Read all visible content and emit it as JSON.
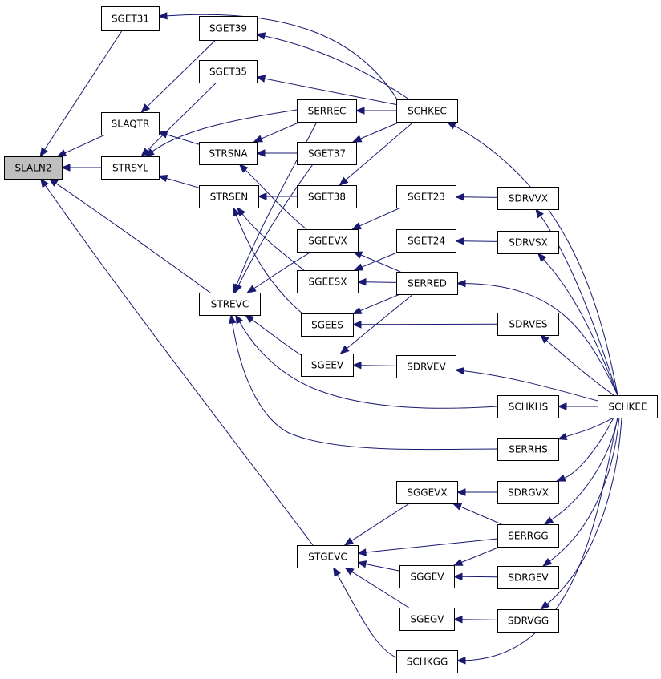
{
  "graph": {
    "root": "SLALN2",
    "nodes": [
      {
        "id": "SLALN2"
      },
      {
        "id": "SGET31"
      },
      {
        "id": "SLAQTR"
      },
      {
        "id": "STRSYL"
      },
      {
        "id": "STREVC"
      },
      {
        "id": "STGEVC"
      },
      {
        "id": "SGET39"
      },
      {
        "id": "SGET35"
      },
      {
        "id": "STRSNA"
      },
      {
        "id": "STRSEN"
      },
      {
        "id": "SERREC"
      },
      {
        "id": "SGET37"
      },
      {
        "id": "SGET38"
      },
      {
        "id": "SGEEVX"
      },
      {
        "id": "SGEESX"
      },
      {
        "id": "SGEES"
      },
      {
        "id": "SGEEV"
      },
      {
        "id": "SCHKEC"
      },
      {
        "id": "SGET23"
      },
      {
        "id": "SGET24"
      },
      {
        "id": "SERRED"
      },
      {
        "id": "SDRVEV"
      },
      {
        "id": "SDRVVX"
      },
      {
        "id": "SDRVSX"
      },
      {
        "id": "SDRVES"
      },
      {
        "id": "SCHKHS"
      },
      {
        "id": "SERRHS"
      },
      {
        "id": "SCHKEE"
      },
      {
        "id": "SGGEVX"
      },
      {
        "id": "SGGEV"
      },
      {
        "id": "SGEGV"
      },
      {
        "id": "SCHKGG"
      },
      {
        "id": "SDRGVX"
      },
      {
        "id": "SERRGG"
      },
      {
        "id": "SDRGEV"
      },
      {
        "id": "SDRVGG"
      }
    ],
    "edges": [
      {
        "from": "SGET31",
        "to": "SLALN2"
      },
      {
        "from": "SLAQTR",
        "to": "SLALN2"
      },
      {
        "from": "STRSYL",
        "to": "SLALN2"
      },
      {
        "from": "STREVC",
        "to": "SLALN2"
      },
      {
        "from": "STGEVC",
        "to": "SLALN2"
      },
      {
        "from": "SCHKEC",
        "to": "SGET31"
      },
      {
        "from": "SGET39",
        "to": "SLAQTR"
      },
      {
        "from": "STRSNA",
        "to": "SLAQTR"
      },
      {
        "from": "SGET35",
        "to": "STRSYL"
      },
      {
        "from": "SERREC",
        "to": "STRSYL"
      },
      {
        "from": "STRSEN",
        "to": "STRSYL"
      },
      {
        "from": "SERREC",
        "to": "STREVC"
      },
      {
        "from": "SGET37",
        "to": "STREVC"
      },
      {
        "from": "SGEEVX",
        "to": "STREVC"
      },
      {
        "from": "SGEEV",
        "to": "STREVC"
      },
      {
        "from": "SCHKHS",
        "to": "STREVC"
      },
      {
        "from": "SERRHS",
        "to": "STREVC"
      },
      {
        "from": "SCHKEC",
        "to": "SGET39"
      },
      {
        "from": "SCHKEC",
        "to": "SGET35"
      },
      {
        "from": "SERREC",
        "to": "STRSNA"
      },
      {
        "from": "SGET37",
        "to": "STRSNA"
      },
      {
        "from": "SGEEVX",
        "to": "STRSNA"
      },
      {
        "from": "SGET38",
        "to": "STRSEN"
      },
      {
        "from": "SGEESX",
        "to": "STRSEN"
      },
      {
        "from": "SGEES",
        "to": "STRSEN"
      },
      {
        "from": "SCHKEC",
        "to": "SERREC"
      },
      {
        "from": "SCHKEC",
        "to": "SGET37"
      },
      {
        "from": "SCHKEC",
        "to": "SGET38"
      },
      {
        "from": "SGET23",
        "to": "SGEEVX"
      },
      {
        "from": "SERRED",
        "to": "SGEEVX"
      },
      {
        "from": "SGET24",
        "to": "SGEESX"
      },
      {
        "from": "SERRED",
        "to": "SGEESX"
      },
      {
        "from": "SERRED",
        "to": "SGEES"
      },
      {
        "from": "SDRVES",
        "to": "SGEES"
      },
      {
        "from": "SERRED",
        "to": "SGEEV"
      },
      {
        "from": "SDRVEV",
        "to": "SGEEV"
      },
      {
        "from": "SCHKEE",
        "to": "SCHKEC"
      },
      {
        "from": "SDRVVX",
        "to": "SGET23"
      },
      {
        "from": "SDRVSX",
        "to": "SGET24"
      },
      {
        "from": "SCHKEE",
        "to": "SERRED"
      },
      {
        "from": "SCHKEE",
        "to": "SDRVEV"
      },
      {
        "from": "SCHKEE",
        "to": "SDRVVX"
      },
      {
        "from": "SCHKEE",
        "to": "SDRVSX"
      },
      {
        "from": "SCHKEE",
        "to": "SDRVES"
      },
      {
        "from": "SCHKEE",
        "to": "SCHKHS"
      },
      {
        "from": "SCHKEE",
        "to": "SERRHS"
      },
      {
        "from": "SGGEVX",
        "to": "STGEVC"
      },
      {
        "from": "SERRGG",
        "to": "STGEVC"
      },
      {
        "from": "SGGEV",
        "to": "STGEVC"
      },
      {
        "from": "SGEGV",
        "to": "STGEVC"
      },
      {
        "from": "SCHKGG",
        "to": "STGEVC"
      },
      {
        "from": "SDRGVX",
        "to": "SGGEVX"
      },
      {
        "from": "SERRGG",
        "to": "SGGEVX"
      },
      {
        "from": "SERRGG",
        "to": "SGGEV"
      },
      {
        "from": "SDRGEV",
        "to": "SGGEV"
      },
      {
        "from": "SDRVGG",
        "to": "SGEGV"
      },
      {
        "from": "SCHKEE",
        "to": "SDRGVX"
      },
      {
        "from": "SCHKEE",
        "to": "SERRGG"
      },
      {
        "from": "SCHKEE",
        "to": "SDRGEV"
      },
      {
        "from": "SCHKEE",
        "to": "SDRVGG"
      },
      {
        "from": "SCHKEE",
        "to": "SCHKGG"
      }
    ]
  }
}
